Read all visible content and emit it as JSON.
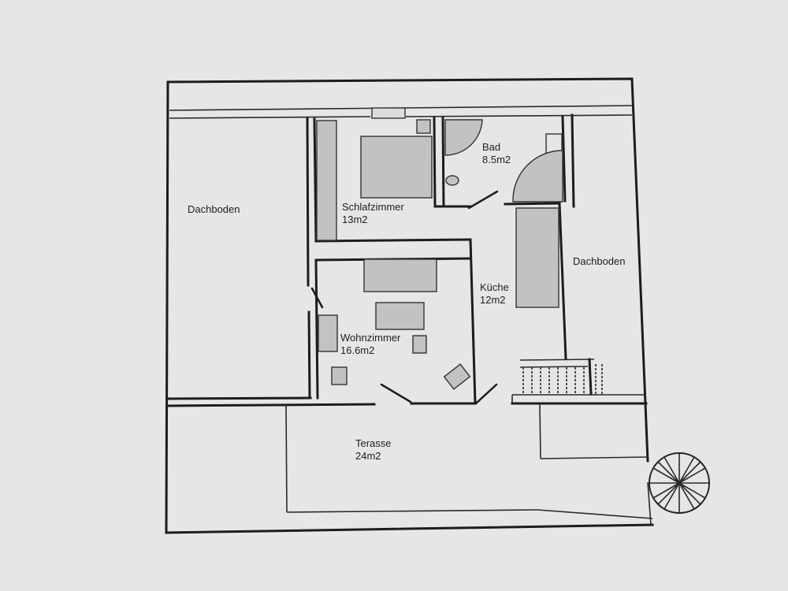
{
  "rooms": {
    "dachboden_left": {
      "name": "Dachboden"
    },
    "schlafzimmer": {
      "name": "Schlafzimmer",
      "area": "13m2"
    },
    "bad": {
      "name": "Bad",
      "area": "8.5m2"
    },
    "kueche": {
      "name": "Küche",
      "area": "12m2"
    },
    "dachboden_right": {
      "name": "Dachboden"
    },
    "wohnzimmer": {
      "name": "Wohnzimmer",
      "area": "16.6m2"
    },
    "terasse": {
      "name": "Terasse",
      "area": "24m2"
    }
  }
}
